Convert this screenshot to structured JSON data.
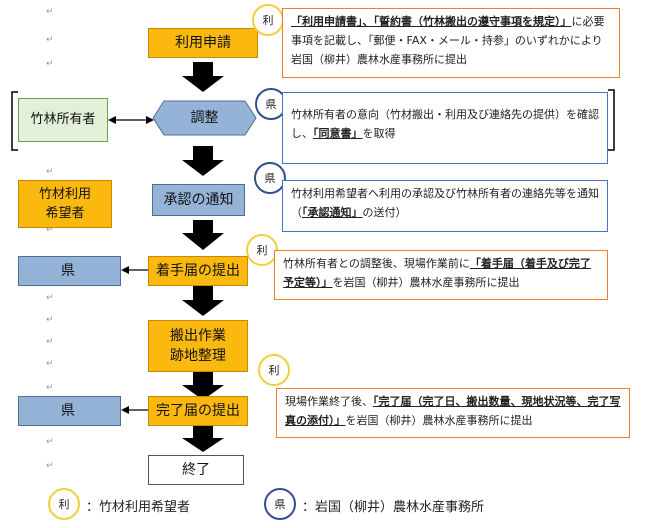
{
  "steps": {
    "apply": "利用申請",
    "adjust": "調整",
    "approval": "承認の通知",
    "start": "着手届の提出",
    "work_line1": "搬出作業",
    "work_line2": "跡地整理",
    "complete": "完了届の提出",
    "end": "終了"
  },
  "side": {
    "owner": "竹林所有者",
    "requester_line1": "竹材利用",
    "requester_line2": "希望者",
    "pref1": "県",
    "pref2": "県"
  },
  "markers": {
    "ri": "利",
    "ken": "県"
  },
  "notes": {
    "n1_hl": "「利用申請書」、「誓約書（竹林搬出の遵守事項を規定）」",
    "n1_rest": "に必要事項を記載し、「郵便・FAX・メール・持参」のいずれかにより岩国（柳井）農林水産事務所に提出",
    "n2_pre": "竹林所有者の意向（竹材搬出・利用及び連絡先の提供）を確認し、",
    "n2_hl": "「同意書」",
    "n2_post": "を取得",
    "n3_pre": "竹材利用希望者へ利用の承認及び竹林所有者の連絡先等を通知（",
    "n3_hl": "「承認通知」",
    "n3_post": "の送付）",
    "n4_pre": "竹林所有者との調整後、現場作業前に",
    "n4_hl": "「着手届（着手及び完了予定等）」",
    "n4_post": "を岩国（柳井）農林水産事務所に提出",
    "n5_pre": "現場作業終了後、",
    "n5_hl": "「完了届（完了日、搬出数量、現地状況等、完了写真の添付）」",
    "n5_post": "を岩国（柳井）農林水産事務所に提出"
  },
  "legend": {
    "ri_desc": "：竹材利用希望者",
    "ken_desc": "：岩国（柳井）農林水産事務所"
  }
}
